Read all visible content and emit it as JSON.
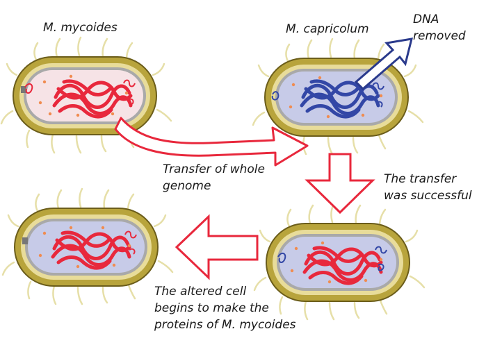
{
  "labels": {
    "mycoides": "M. mycoides",
    "capricolum": "M. capricolum",
    "dna_removed_1": "DNA",
    "dna_removed_2": "removed",
    "transfer_1": "Transfer of whole",
    "transfer_2": "genome",
    "success_1": "The transfer",
    "success_2": "was successful",
    "altered_1": "The altered cell",
    "altered_2": "begins to make the",
    "altered_3": "proteins of M. mycoides"
  },
  "colors": {
    "cell_wall": "#b8a43c",
    "cell_wall_inner": "#e8dc9a",
    "membrane": "#a9a9a9",
    "cytoplasm_mycoides": "#f6e3e6",
    "cytoplasm_capricolum": "#c7cbe8",
    "genome_red": "#e8283c",
    "genome_blue": "#3347a6",
    "arrow_red": "#e8283c",
    "arrow_blue": "#2a3a8c",
    "flagella": "#e6dfa8"
  }
}
